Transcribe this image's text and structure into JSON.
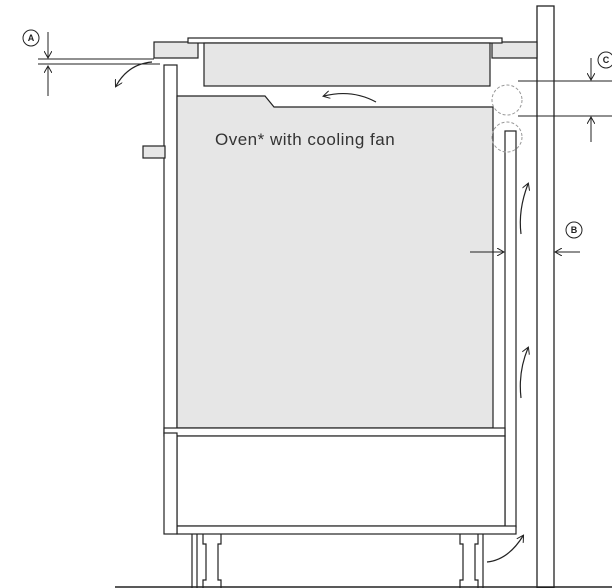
{
  "diagram": {
    "oven_label": "Oven* with cooling fan",
    "callouts": {
      "a": "A",
      "b": "B",
      "c": "C"
    },
    "colors": {
      "panel_fill": "#e6e6e6",
      "line": "#222222",
      "guide_circle": "#999999",
      "background": "#ffffff"
    }
  }
}
